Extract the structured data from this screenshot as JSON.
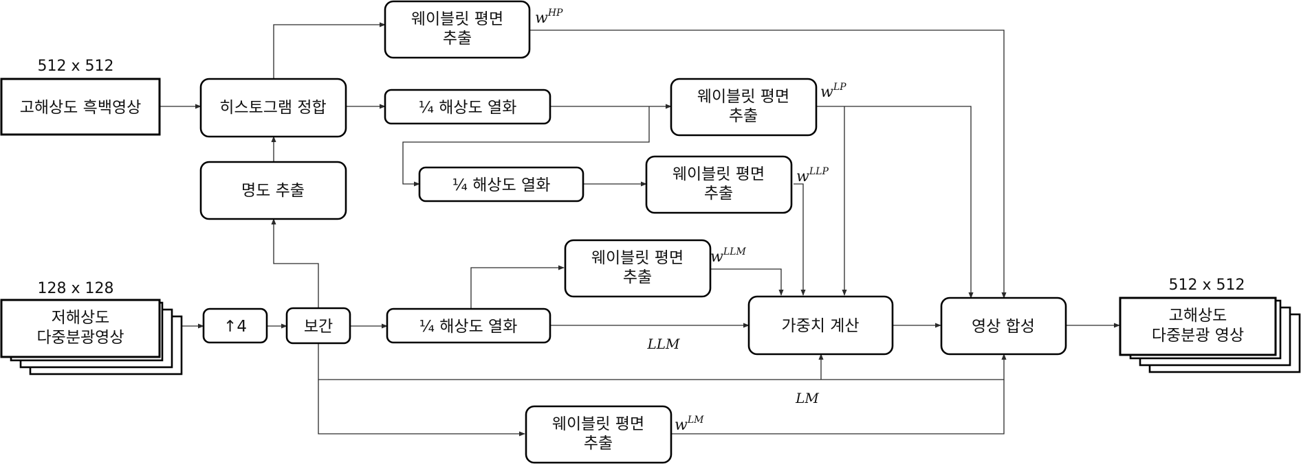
{
  "input_hr": {
    "label": "고해상도 흑백영상",
    "size": "512 x 512"
  },
  "input_lr": {
    "lines": [
      "저해상도",
      "다중분광영상"
    ],
    "size": "128 x 128"
  },
  "output": {
    "lines": [
      "고해상도",
      "다중분광 영상"
    ],
    "size": "512 x 512"
  },
  "histogram_match": "히스토그램 정합",
  "intensity_extract": "명도 추출",
  "upsample": "↑4",
  "interpolate": "보간",
  "degrade_label": "¼ 해상도 열화",
  "wavelet_lines": [
    "웨이블릿 평면",
    "추출"
  ],
  "weight_calc": "가중치 계산",
  "image_synthesis": "영상 합성",
  "symbols": {
    "w": "w",
    "HP": "HP",
    "LP": "LP",
    "LLP": "LLP",
    "LLM": "LLM",
    "LM": "LM"
  },
  "signals": {
    "LLM": "LLM",
    "LM": "LM"
  }
}
